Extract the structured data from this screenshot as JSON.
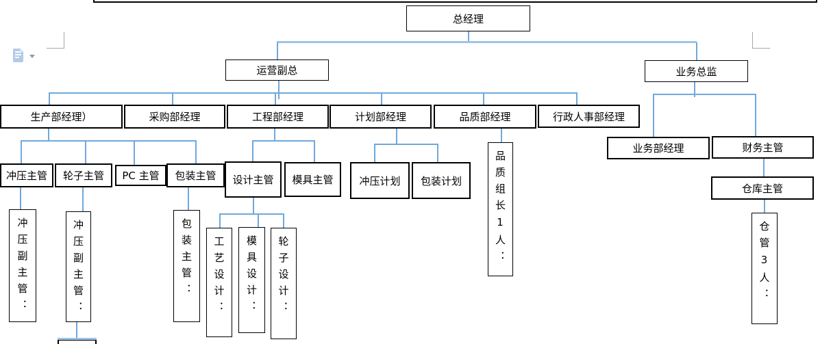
{
  "app_context": "word-document-canvas",
  "colors": {
    "connector": "#6fa8dc",
    "connector_highlight": "#9dc3e6",
    "box_border": "#000000",
    "box_fill": "#ffffff",
    "margin_mark": "#a6a6a6",
    "paste_icon": "#b3c9e8",
    "text": "#000000"
  },
  "icons": {
    "paste_options": "paste-options-icon",
    "dropdown": "chevron-down-icon"
  },
  "org_chart": {
    "nodes": {
      "general_manager": "总经理",
      "operations_vp": "运营副总",
      "business_director": "业务总监",
      "production_manager": "生产部经理）",
      "purchasing_manager": "采购部经理",
      "engineering_manager": "工程部经理",
      "planning_manager": "计划部经理",
      "quality_manager": "品质部经理",
      "admin_hr_manager": "行政人事部经理",
      "stamping_supervisor": "冲压主管",
      "wheel_supervisor": "轮子主管",
      "pc_supervisor": "PC 主管",
      "packaging_supervisor": "包装主管",
      "design_supervisor": "设计主管",
      "mold_supervisor": "模具主管",
      "stamping_planning": "冲压计划",
      "packaging_planning": "包装计划",
      "quality_group_leader": "品质组长1人：",
      "business_dept_manager": "业务部经理",
      "finance_supervisor": "财务主管",
      "warehouse_supervisor": "仓库主管",
      "warehouse_keeper": "仓管3人：",
      "stamping_deputy_supervisor_1": "冲压副主管：",
      "stamping_deputy_supervisor_2": "冲压副主管：",
      "packaging_supervisor_detail": "包装主管：",
      "process_design": "工艺设计：",
      "mold_design": "模具设计：",
      "wheel_design": "轮子设计："
    }
  }
}
